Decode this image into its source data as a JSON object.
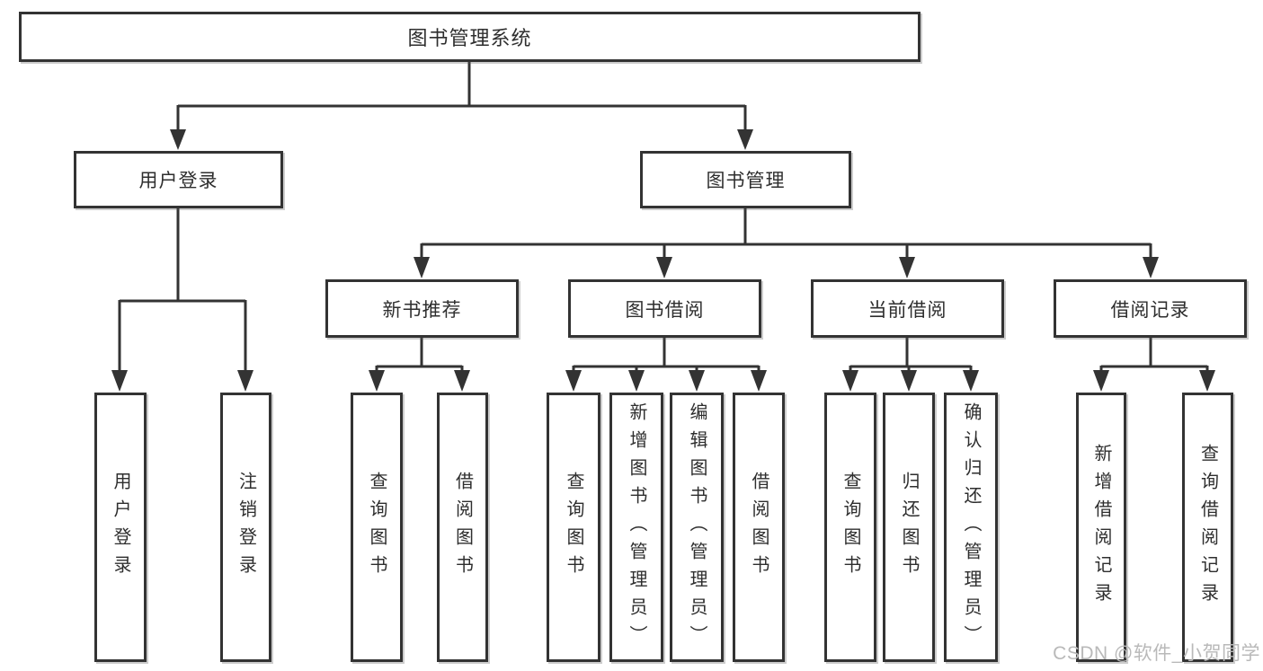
{
  "watermark": "CSDN @软件_小贺同学",
  "tree": {
    "root": "图书管理系统",
    "user_login": {
      "label": "用户登录",
      "children": {
        "login": "用户登录",
        "logout": "注销登录"
      }
    },
    "book_management": {
      "label": "图书管理",
      "new_book_recommend": {
        "label": "新书推荐",
        "children": {
          "query_book": "查询图书",
          "borrow_book": "借阅图书"
        }
      },
      "book_borrow": {
        "label": "图书借阅",
        "children": {
          "query_book": "查询图书",
          "add_book_admin": "新增图书（管理员）",
          "edit_book_admin": "编辑图书（管理员）",
          "borrow_book": "借阅图书"
        }
      },
      "current_borrow": {
        "label": "当前借阅",
        "children": {
          "query_book": "查询图书",
          "return_book": "归还图书",
          "confirm_return_admin": "确认归还（管理员）"
        }
      },
      "borrow_records": {
        "label": "借阅记录",
        "children": {
          "add_borrow_record": "新增借阅记录",
          "query_borrow_record": "查询借阅记录"
        }
      }
    }
  }
}
